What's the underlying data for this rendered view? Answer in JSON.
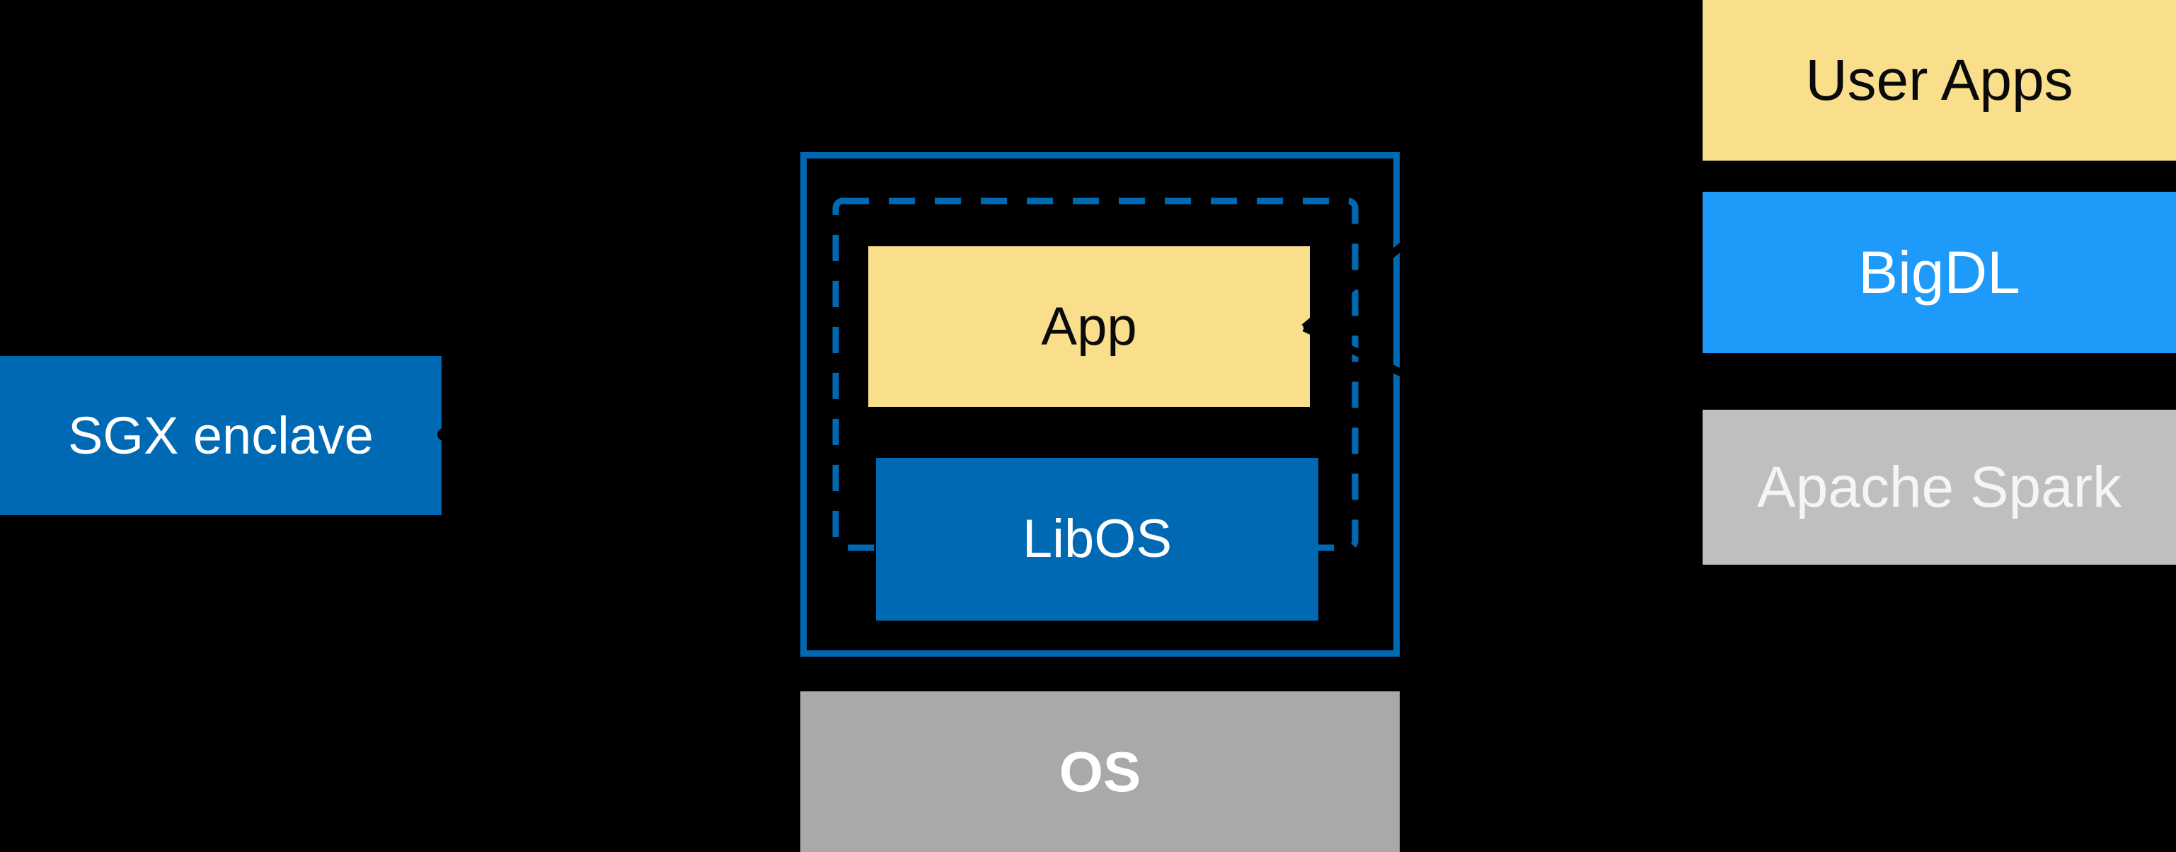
{
  "sgx_box": {
    "label": "SGX enclave"
  },
  "enclave": {
    "app_label": "App",
    "libos_label": "LibOS"
  },
  "os_box": {
    "label": "OS"
  },
  "right_stack": {
    "user_apps_label": "User Apps",
    "bigdl_label": "BigDL",
    "spark_label": "Apache Spark"
  },
  "colors": {
    "background": "#000000",
    "intel_blue": "#0069B4",
    "bigdl_blue": "#1E9BFA",
    "light_yellow": "#F9DE8B",
    "os_gray": "#A9A9A9",
    "spark_gray": "#BFBFBF",
    "white_text": "#FFFFFF",
    "dark_text": "#0A0A0A",
    "connector_black": "#000000"
  },
  "icons": {
    "connector_dot": "connector-start-dot",
    "arrowhead": "arrowhead-left"
  }
}
